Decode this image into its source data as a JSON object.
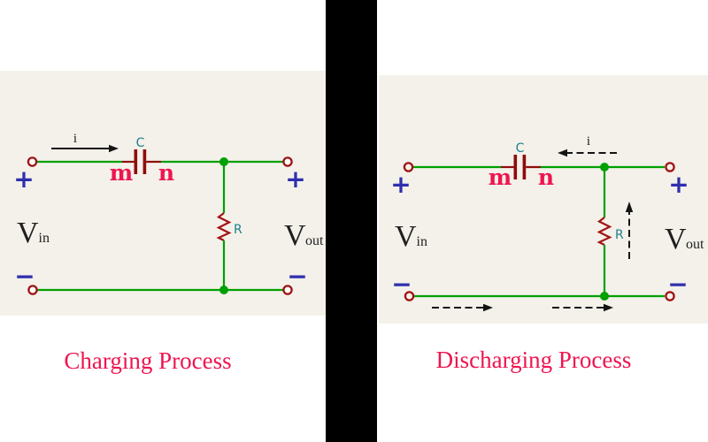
{
  "charging": {
    "title": "Charging Process",
    "current_label": "i",
    "capacitor": {
      "name": "C",
      "left_plate": "m",
      "right_plate": "n"
    },
    "resistor": "R",
    "vin_main": "V",
    "vin_sub": "in",
    "vout_main": "V",
    "vout_sub": "out",
    "plus_left": "+",
    "plus_right": "+",
    "minus_left": "−",
    "minus_right": "−"
  },
  "discharging": {
    "title": "Discharging Process",
    "current_label": "i",
    "capacitor": {
      "name": "C",
      "left_plate": "m",
      "right_plate": "n"
    },
    "resistor": "R",
    "vin_main": "V",
    "vin_sub": "in",
    "vout_main": "V",
    "vout_sub": "out",
    "plus_left": "+",
    "plus_right": "+",
    "minus_left": "−",
    "minus_right": "−"
  },
  "colors": {
    "panel_bg": "#f3f1ea",
    "divider": "#000000",
    "wire_green": "#00a000",
    "component_maroon": "#8e0c0c",
    "resistor_red": "#a31414",
    "terminal_ring": "#a01212",
    "label_teal": "#1e7f8a",
    "label_crimson": "#ee1550",
    "polarity_blue": "#2f2fae",
    "text_black": "#1f1f1f",
    "arrow_black": "#141414"
  }
}
